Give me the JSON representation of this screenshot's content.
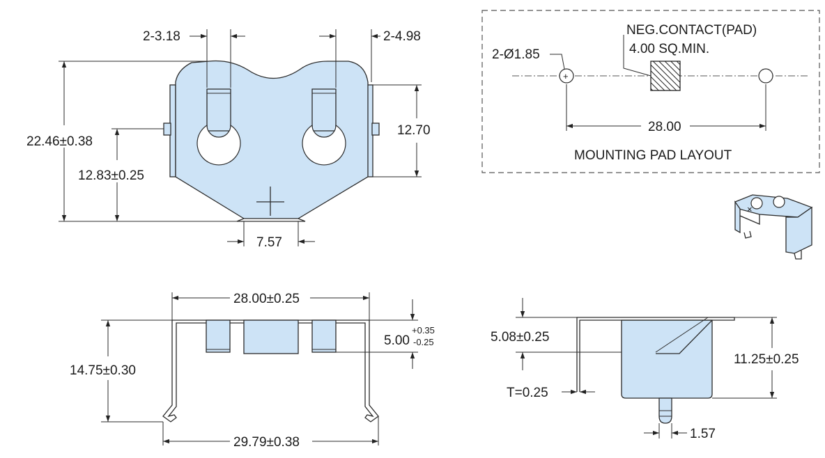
{
  "top_view": {
    "dim_slot_width": "2-3.18",
    "dim_slot_width_right": "2-4.98",
    "dim_overall_height": "22.46±0.38",
    "dim_hole_height": "12.83±0.25",
    "dim_leg_height": "12.70",
    "dim_tip_width": "7.57"
  },
  "pad_layout": {
    "title": "MOUNTING PAD LAYOUT",
    "neg_contact_line1": "NEG.CONTACT(PAD)",
    "neg_contact_line2": "4.00 SQ.MIN.",
    "hole_dia": "2-Ø1.85",
    "pitch": "28.00"
  },
  "front_view": {
    "dim_top_width": "28.00±0.25",
    "dim_height": "14.75±0.30",
    "dim_tab_height_base": "5.00",
    "dim_tab_height_plus": "+0.35",
    "dim_tab_height_minus": "-0.25",
    "dim_bottom_width": "29.79±0.38"
  },
  "side_view": {
    "dim_top": "5.08±0.25",
    "dim_height": "11.25±0.25",
    "dim_thickness": "T=0.25",
    "dim_pin": "1.57"
  }
}
